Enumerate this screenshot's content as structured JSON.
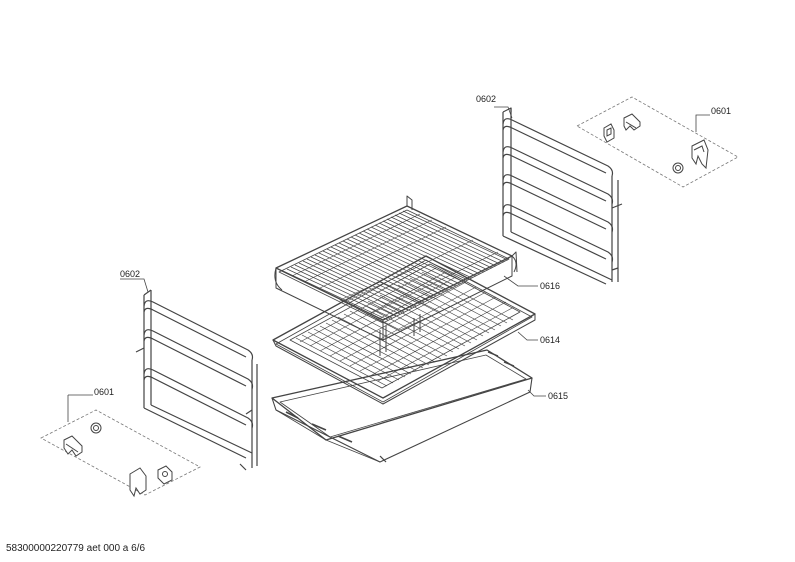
{
  "labels": {
    "side_rail_right": "0602",
    "clip_set_right": "0601",
    "side_rail_left": "0602",
    "clip_set_left": "0601",
    "wire_shelf": "0616",
    "pull_out_rack": "0614",
    "baking_tray": "0615"
  },
  "footer": "58300000220779 aet 000 a 6/6",
  "colors": {
    "line": "#444444",
    "dash": "#777777",
    "text": "#222222"
  }
}
